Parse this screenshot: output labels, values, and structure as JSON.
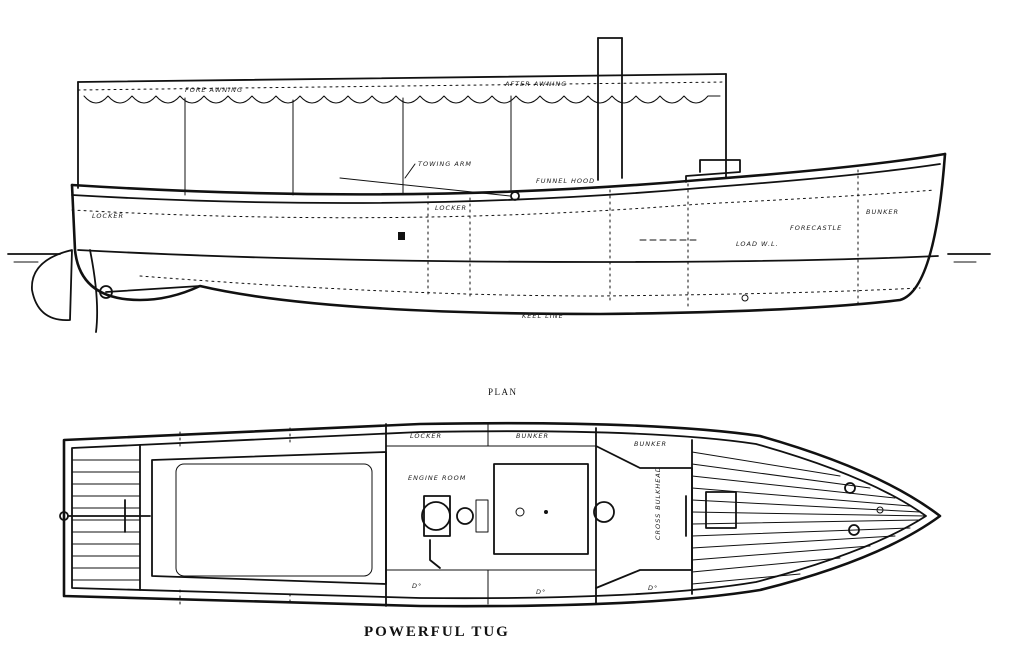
{
  "title": "POWERFUL TUG",
  "plan_label": "PLAN",
  "elevation_labels": {
    "fore_awning": "FORE AWNING",
    "after_awning": "AFTER AWNING",
    "towing_arm": "TOWING ARM",
    "funnel": "FUNNEL HOOD",
    "locker": "LOCKER",
    "forecastle": "FORECASTLE",
    "locker_aft": "LOCKER",
    "bunker": "BUNKER",
    "water_line": "LOAD W.L.",
    "keel": "KEEL LINE"
  },
  "plan_labels": {
    "locker": "LOCKER",
    "bunker_1": "BUNKER",
    "bunker_2": "BUNKER",
    "engine_room": "ENGINE ROOM",
    "d1": "D°",
    "d2": "D°",
    "d3": "D°",
    "cross_bulkhead": "CROSS BULKHEAD"
  }
}
